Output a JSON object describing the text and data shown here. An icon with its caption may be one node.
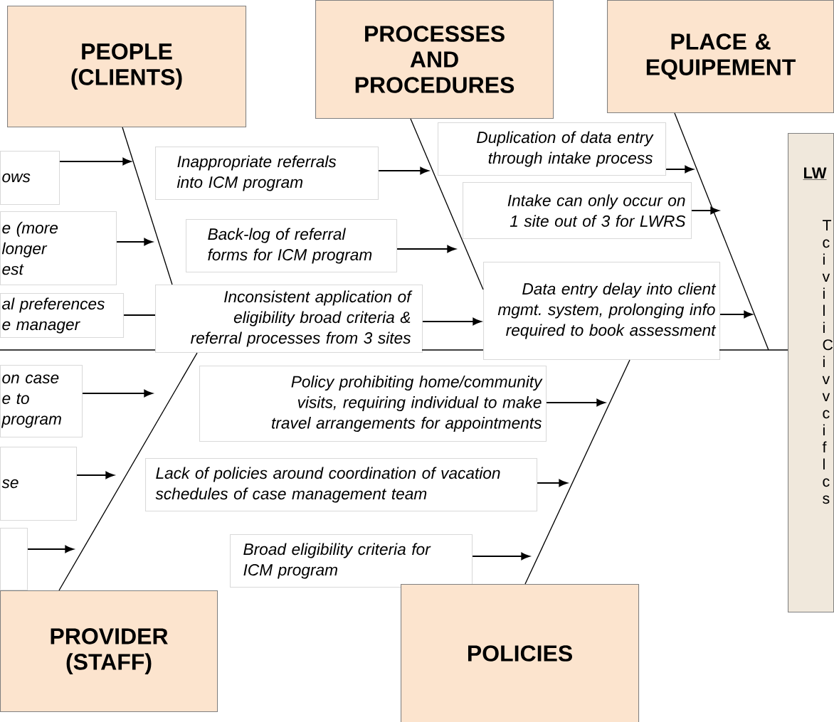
{
  "diagram": {
    "nodes": [
      {
        "text": [
          "PEOPLE (CLIENTS)"
        ]
      },
      {
        "text": [
          "PROCESSES AND PROCEDURES"
        ]
      },
      {
        "text": [
          "PLACE & EQUIPEMENT"
        ]
      },
      {
        "text": [
          "Duplication of data entry through intake process"
        ]
      },
      {
        "text": [
          "LW",
          "T c i v i l i C i v v c i f l c s"
        ]
      },
      {
        "text": [
          "ows"
        ]
      },
      {
        "text": [
          "Inappropriate referrals into ICM program"
        ]
      },
      {
        "text": [
          "Intake can only occur on 1 site out of 3 for LWRS"
        ]
      },
      {
        "text": [
          "e (more longer est"
        ]
      },
      {
        "text": [
          "Back-log of referral forms for ICM program"
        ]
      },
      {
        "text": [
          "Data entry delay into client mgmt. system, prolonging info required to book assessment"
        ]
      },
      {
        "text": [
          "al preferences e manager"
        ]
      },
      {
        "text": [
          "Inconsistent application of eligibility broad criteria & referral processes from 3 sites"
        ]
      },
      {
        "text": [
          "on case e to program"
        ]
      },
      {
        "text": [
          "Policy prohibiting home/community visits, requiring individual to make travel arrangements for appointments"
        ]
      },
      {
        "text": [
          "se"
        ]
      },
      {
        "text": [
          "Lack of policies around coordination of vacation schedules of case management team"
        ]
      },
      {
        "text": [],
        "shape": "box"
      },
      {
        "text": [
          "Broad eligibility criteria for ICM program"
        ]
      },
      {
        "text": [
          "PROVIDER (STAFF)"
        ]
      },
      {
        "text": [
          "POLICIES"
        ]
      }
    ],
    "edges": [
      {
        "from": 5,
        "to": null,
        "arrow": "to"
      },
      {
        "from": 6,
        "to": null,
        "arrow": "to"
      },
      {
        "from": 3,
        "to": null,
        "arrow": "to"
      },
      {
        "from": 7,
        "to": null,
        "arrow": "to"
      },
      {
        "from": 8,
        "to": null,
        "arrow": "to"
      },
      {
        "from": 9,
        "to": null,
        "arrow": "to"
      },
      {
        "from": 11,
        "to": 12,
        "arrow": "none"
      },
      {
        "from": 12,
        "to": 10,
        "arrow": "to"
      },
      {
        "from": 10,
        "to": null,
        "arrow": "to"
      },
      {
        "from": 13,
        "to": null,
        "arrow": "to"
      },
      {
        "from": 14,
        "to": null,
        "arrow": "to"
      },
      {
        "from": 15,
        "to": null,
        "arrow": "to"
      },
      {
        "from": 16,
        "to": null,
        "arrow": "to"
      },
      {
        "from": 17,
        "to": null,
        "arrow": "to"
      },
      {
        "from": 18,
        "to": null,
        "arrow": "to"
      },
      {
        "from": 0,
        "to": 12,
        "arrow": "none"
      },
      {
        "from": 1,
        "to": 10,
        "arrow": "none"
      },
      {
        "from": 2,
        "to": null,
        "arrow": "none"
      },
      {
        "from": 19,
        "to": 12,
        "arrow": "none"
      },
      {
        "from": 20,
        "to": 10,
        "arrow": "none"
      },
      {
        "from": null,
        "to": 4,
        "arrow": "none"
      }
    ]
  }
}
